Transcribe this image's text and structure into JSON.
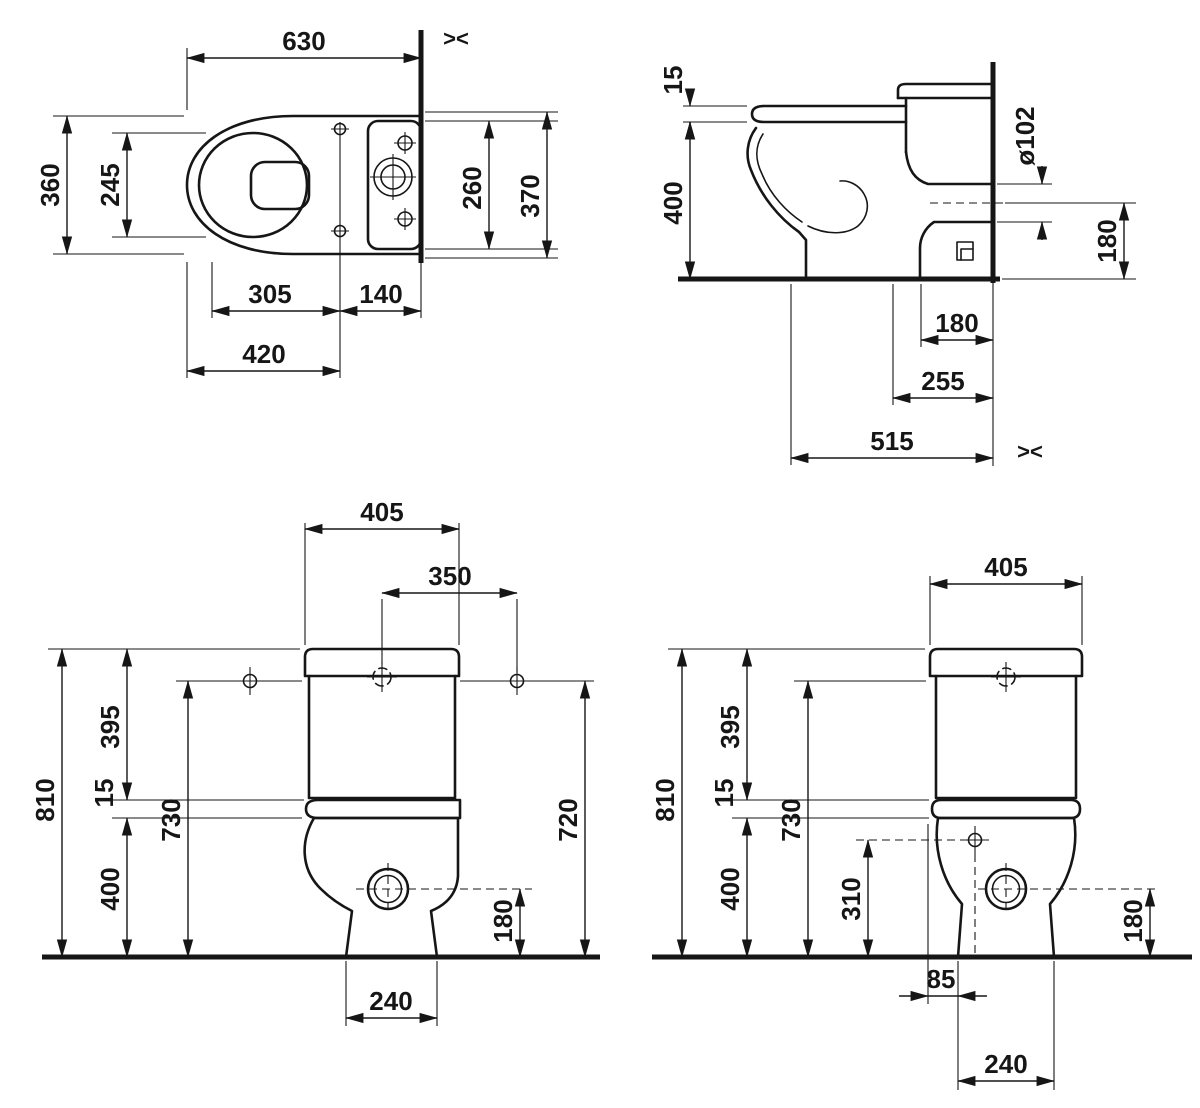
{
  "symbols": {
    "wall_break": "><"
  },
  "views": {
    "plan": {
      "dims": {
        "depth": "630",
        "width": "360",
        "seat_width": "245",
        "cistern_width": "260",
        "rear_width": "370",
        "holes_span": "305",
        "holes_to_wall": "140",
        "front_to_holes": "420"
      }
    },
    "side": {
      "dims": {
        "seat_thickness": "15",
        "bowl_height": "400",
        "outlet_diameter": "ø102",
        "outlet_height": "180",
        "outlet_offset": "180",
        "trap_offset": "255",
        "total_projection": "515"
      }
    },
    "elevation_side": {
      "dims": {
        "cistern_width": "405",
        "holes_span": "350",
        "total_height": "810",
        "cistern_height": "395",
        "seat_gap": "15",
        "bowl_height": "400",
        "supply_height": "730",
        "inlet_height": "720",
        "trap_height": "180",
        "foot_width": "240"
      }
    },
    "elevation_front": {
      "dims": {
        "cistern_width": "405",
        "total_height": "810",
        "cistern_height": "395",
        "seat_gap": "15",
        "bowl_height": "400",
        "supply_height": "730",
        "side_inlet_height": "310",
        "trap_height": "180",
        "foot_offset": "85",
        "foot_width": "240"
      }
    }
  }
}
